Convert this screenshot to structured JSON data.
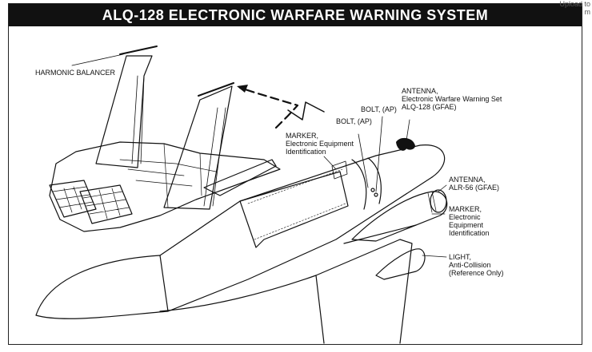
{
  "title": "ALQ-128 ELECTRONIC WARFARE WARNING SYSTEM",
  "corner_text": [
    "Upload to",
    "m"
  ],
  "labels": {
    "harmonic_balancer": "HARMONIC BALANCER",
    "antenna_alq": [
      "ANTENNA,",
      "Electronic Warfare Warning Set",
      "ALQ-128 (GFAE)"
    ],
    "bolt_ap_1": "BOLT, (AP)",
    "bolt_ap_2": "BOLT, (AP)",
    "marker_1": [
      "MARKER,",
      "Electronic Equipment",
      "Identification"
    ],
    "antenna_alr": [
      "ANTENNA,",
      "ALR-56 (GFAE)"
    ],
    "marker_2": [
      "MARKER,",
      "Electronic",
      "Equipment",
      "Identification"
    ],
    "light": [
      "LIGHT,",
      "Anti-Collision",
      "(Reference Only)"
    ]
  }
}
